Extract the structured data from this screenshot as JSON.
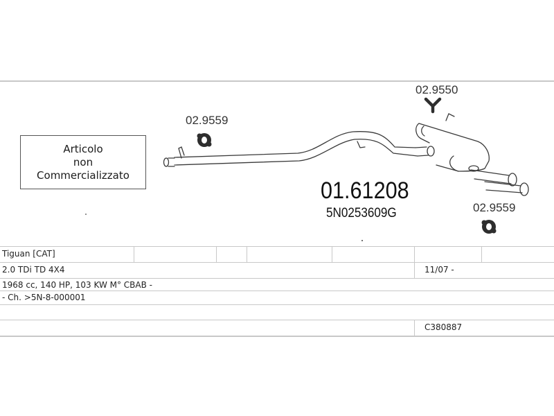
{
  "notice": {
    "line1": "Articolo",
    "line2": "non",
    "line3": "Commercializzato"
  },
  "diagram": {
    "main_part_number": "01.61208",
    "oem_number": "5N0253609G",
    "parts": [
      {
        "code": "02.9559",
        "icon": "rubber-hanger-icon"
      },
      {
        "code": "02.9550",
        "icon": "y-bracket-icon"
      },
      {
        "code": "02.9559",
        "icon": "rubber-hanger-icon"
      }
    ],
    "line_color": "#3a3a3a"
  },
  "vehicle": {
    "model": "Tiguan  [CAT]",
    "engine": "2.0 TDi TD 4X4",
    "date_from": "11/07 -",
    "specs": "1968 cc, 140 HP, 103 KW M° CBAB -",
    "chassis": "- Ch. >5N-8-000001",
    "catalog_code": "C380887"
  }
}
